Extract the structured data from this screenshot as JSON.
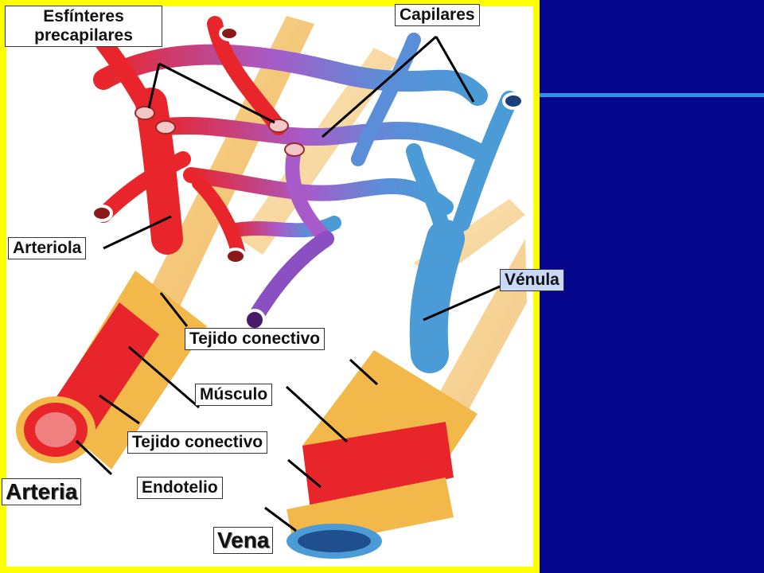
{
  "labels": {
    "esfinteres_line1": "Esfínteres",
    "esfinteres_line2": "precapilares",
    "capilares": "Capilares",
    "arteriola": "Arteriola",
    "venula": "Vénula",
    "tejido_conectivo_1": "Tejido conectivo",
    "musculo": "Músculo",
    "tejido_conectivo_2": "Tejido conectivo",
    "endotelio": "Endotelio",
    "arteria": "Arteria",
    "vena": "Vena"
  },
  "colors": {
    "background": "#0a0a8a",
    "accent_line": "#2e8fe6",
    "frame": "#ffff00",
    "artery_red": "#e8252a",
    "vein_blue": "#4a9bd6",
    "capillary_purple": "#8a4fc0",
    "connective_tissue": "#f2b84a"
  }
}
